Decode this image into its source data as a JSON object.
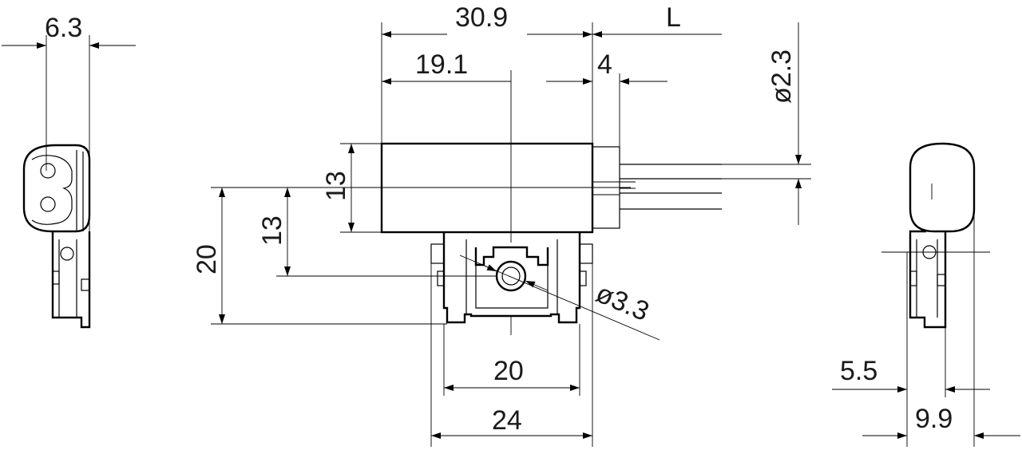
{
  "dimensions": {
    "d_6_3": "6.3",
    "d_30_9": "30.9",
    "d_L": "L",
    "d_19_1": "19.1",
    "d_4": "4",
    "d_dia_2_3": "ø2.3",
    "d_13_body": "13",
    "d_13_hole": "13",
    "d_20_height": "20",
    "d_dia_3_3": "ø3.3",
    "d_20_width": "20",
    "d_24": "24",
    "d_5_5": "5.5",
    "d_9_9": "9.9"
  }
}
